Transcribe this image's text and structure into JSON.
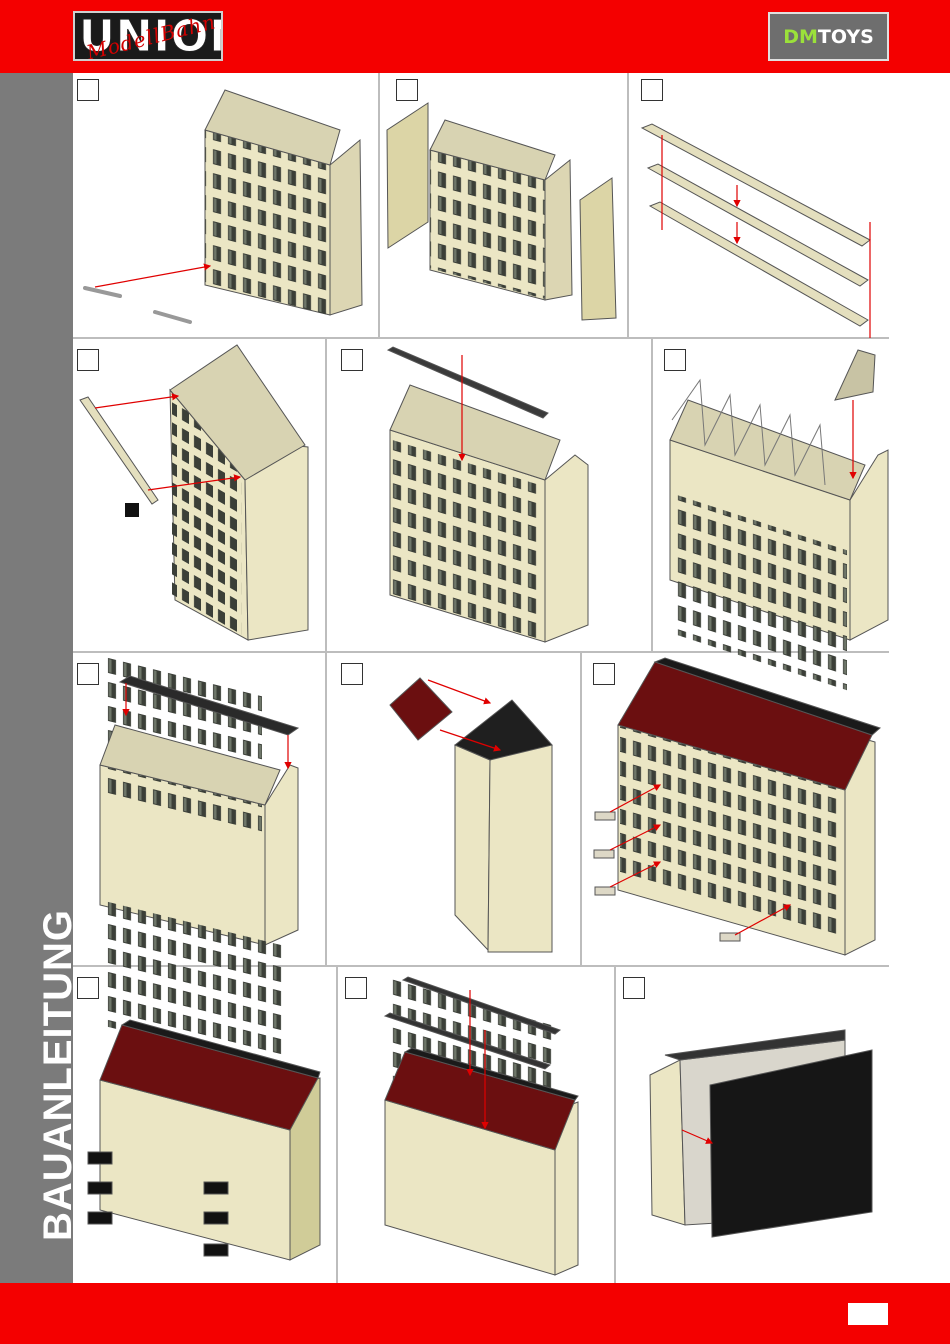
{
  "header": {
    "logo_left": {
      "main": "UNION",
      "script": "ModellBahn"
    },
    "logo_right": {
      "accent": "DM",
      "rest": "TOYS"
    }
  },
  "sidebar": {
    "title": "BAUANLEITUNG"
  },
  "colors": {
    "brand_red": "#f40000",
    "sidebar_gray": "#7b7b7b",
    "wall_cream": "#ebe6c4",
    "roof_red": "#6b0f10",
    "roof_black": "#1c1c1c",
    "arrow_red": "#e00000"
  },
  "steps": [
    {
      "label": "",
      "content": "facade-with-side-parts"
    },
    {
      "label": "",
      "content": "side-walls"
    },
    {
      "label": "",
      "content": "floor-strips"
    },
    {
      "label": "",
      "content": "cornice-strip"
    },
    {
      "label": "",
      "content": "top-beam"
    },
    {
      "label": "",
      "content": "roof-ribs"
    },
    {
      "label": "",
      "content": "roof-plate"
    },
    {
      "label": "",
      "content": "side-roof"
    },
    {
      "label": "",
      "content": "window-sills"
    },
    {
      "label": "",
      "content": "balconies"
    },
    {
      "label": "",
      "content": "roof-railing"
    },
    {
      "label": "",
      "content": "back-panel"
    }
  ]
}
